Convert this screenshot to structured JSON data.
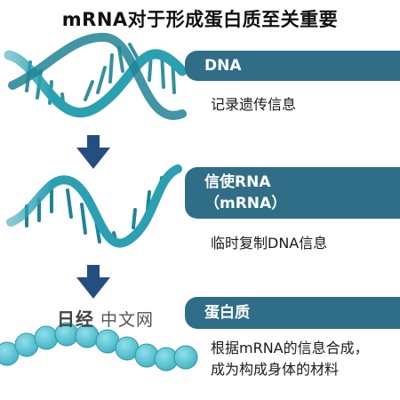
{
  "title": "mRNA对于形成蛋白质至关重要",
  "stages": [
    {
      "label": "DNA",
      "description": "记录遗传信息"
    },
    {
      "label": "信使RNA",
      "sublabel": "（mRNA）",
      "description": "临时复制DNA信息"
    },
    {
      "label": "蛋白质",
      "description_lines": [
        "根据mRNA的信息合成，",
        "成为构成身体的材料"
      ]
    }
  ],
  "watermark": {
    "logo": "日经",
    "text": "中文网"
  },
  "colors": {
    "strand": "#39a9b8",
    "strand_dark": "#1f8494",
    "bar": "#2f6e86",
    "arrow": "#254e80",
    "bead": "#5bc4d3"
  }
}
